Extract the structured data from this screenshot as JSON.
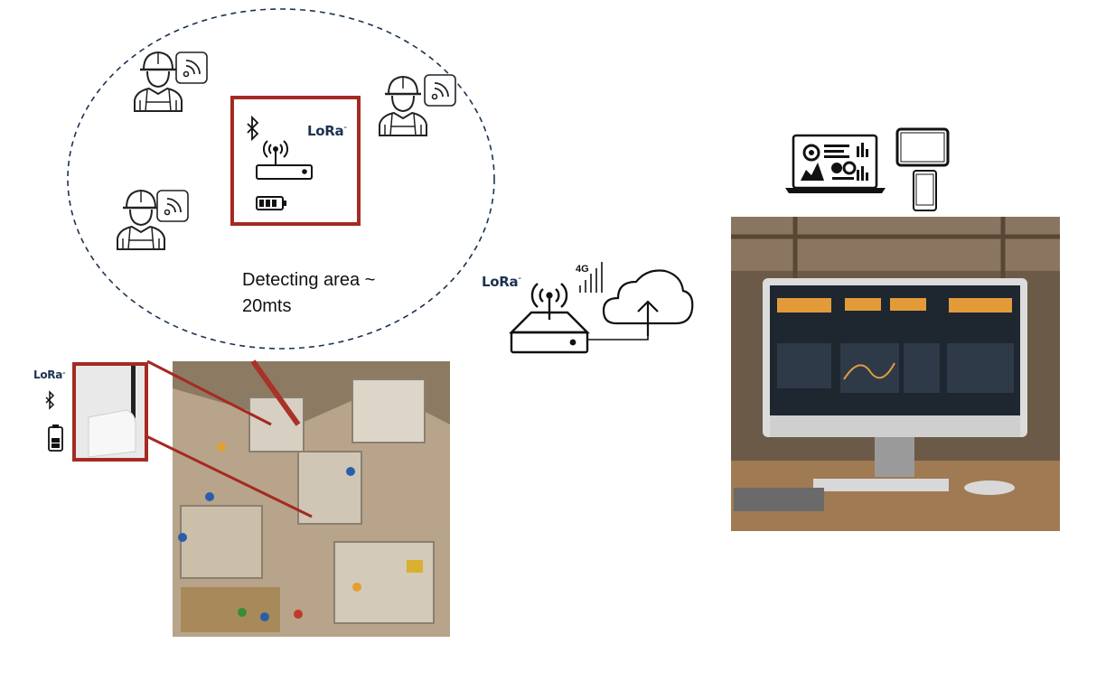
{
  "detecting_area": {
    "line1": "Detecting area ~",
    "line2": "20mts"
  },
  "lora_label": "LoRa",
  "network_label": "4G",
  "colors": {
    "highlight_red": "#a52a22",
    "dashed_circle": "#1b3350",
    "line": "#111111"
  },
  "icons": [
    "worker-icon",
    "wifi-tag-icon",
    "bluetooth-icon",
    "router-icon",
    "battery-icon",
    "cloud-upload-icon",
    "laptop-icon",
    "tablet-icon",
    "phone-icon",
    "signal-bars-icon"
  ]
}
